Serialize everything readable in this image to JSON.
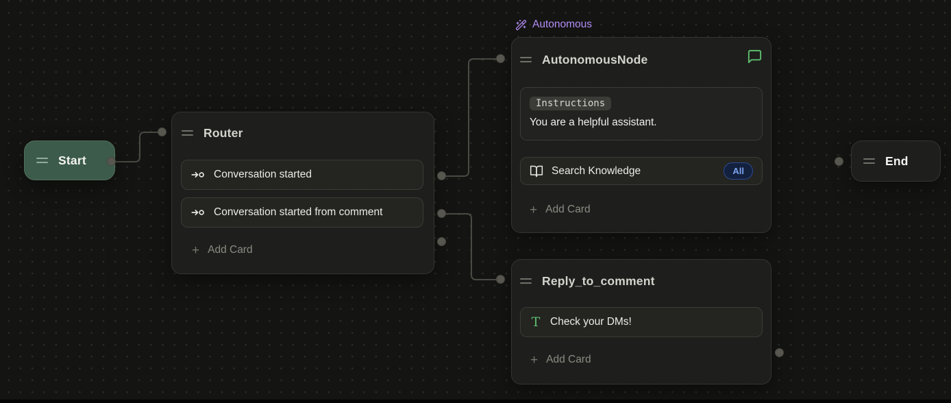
{
  "canvas": {
    "background": "#141412",
    "dot_color": "#2c2c28",
    "wire_color": "#4a4a44"
  },
  "icons": {
    "plus_glyph": "+",
    "text_tool_glyph": "T"
  },
  "nodes": {
    "start": {
      "title": "Start",
      "color": "#3c5b4a"
    },
    "router": {
      "title": "Router",
      "cards": [
        {
          "icon": "trigger-arrow-circle-icon",
          "label": "Conversation started"
        },
        {
          "icon": "trigger-arrow-circle-icon",
          "label": "Conversation started from comment"
        }
      ],
      "add_card_label": "Add Card"
    },
    "autonomous": {
      "tag": {
        "icon": "wand-sparkles-icon",
        "label": "Autonomous",
        "color": "#b28df5"
      },
      "title": "AutonomousNode",
      "chat_icon": "message-square-icon",
      "chat_icon_color": "#5dbd6d",
      "instructions": {
        "label": "Instructions",
        "text": "You are a helpful assistant."
      },
      "search_knowledge": {
        "icon": "book-open-icon",
        "label": "Search Knowledge",
        "badge": "All"
      },
      "add_card_label": "Add Card"
    },
    "reply_to_comment": {
      "title": "Reply_to_comment",
      "cards": [
        {
          "icon": "text-tool-icon",
          "label": "Check your DMs!"
        }
      ],
      "add_card_label": "Add Card"
    },
    "end": {
      "title": "End"
    }
  }
}
